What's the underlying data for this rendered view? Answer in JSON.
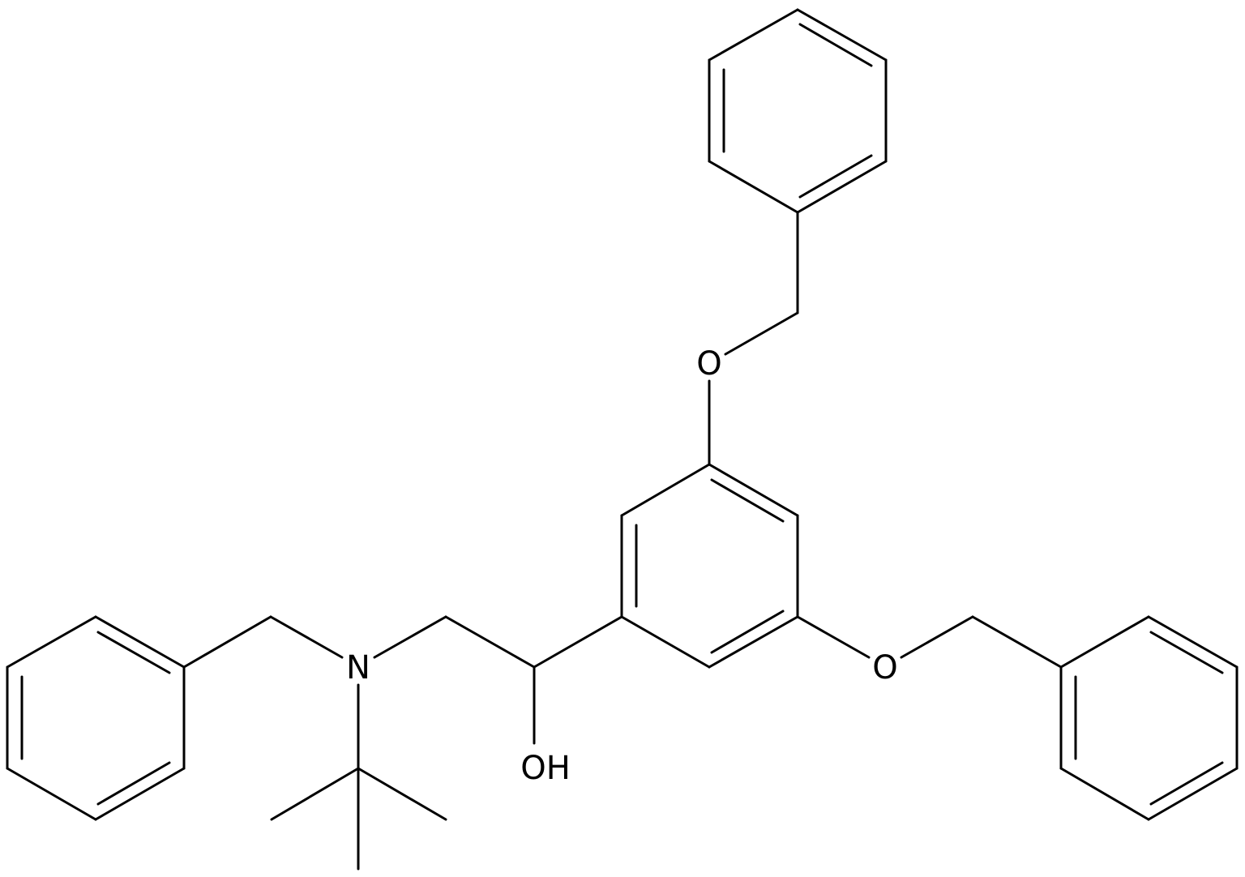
{
  "colors": {
    "background": "#ffffff",
    "bond": "#000000",
    "label": "#000000"
  },
  "atoms": {
    "o_upper": "O",
    "o_right": "O",
    "n_amine": "N",
    "oh_hydroxyl": "OH"
  }
}
